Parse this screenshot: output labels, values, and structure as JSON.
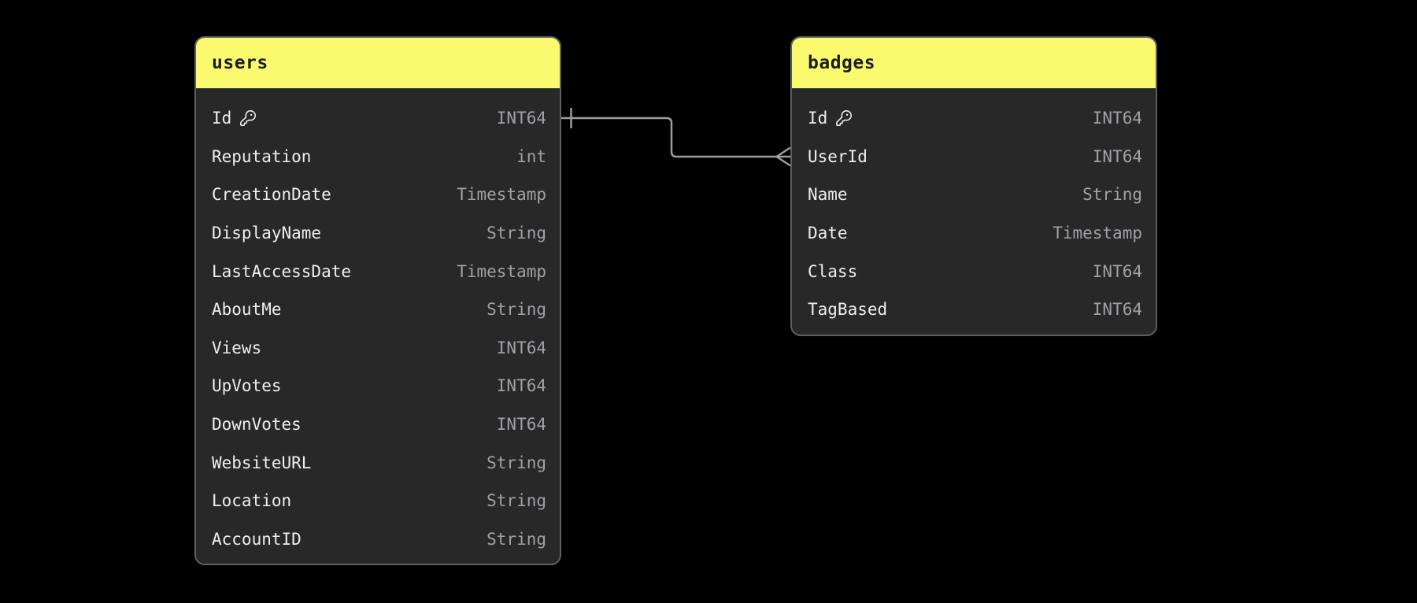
{
  "diagram": {
    "kind": "entity-relationship",
    "background_color": "#000000",
    "table_header_color": "#f9fa6e",
    "table_header_text_color": "#1d1d1d",
    "table_body_color": "#282828",
    "table_border_color": "#5e5e5e",
    "field_name_color": "#eeeeee",
    "field_type_color": "#a0a1a7",
    "connector_color": "#9d9d9d"
  },
  "tables": [
    {
      "name": "users",
      "fields": [
        {
          "name": "Id",
          "type": "INT64",
          "primary_key": true
        },
        {
          "name": "Reputation",
          "type": "int",
          "primary_key": false
        },
        {
          "name": "CreationDate",
          "type": "Timestamp",
          "primary_key": false
        },
        {
          "name": "DisplayName",
          "type": "String",
          "primary_key": false
        },
        {
          "name": "LastAccessDate",
          "type": "Timestamp",
          "primary_key": false
        },
        {
          "name": "AboutMe",
          "type": "String",
          "primary_key": false
        },
        {
          "name": "Views",
          "type": "INT64",
          "primary_key": false
        },
        {
          "name": "UpVotes",
          "type": "INT64",
          "primary_key": false
        },
        {
          "name": "DownVotes",
          "type": "INT64",
          "primary_key": false
        },
        {
          "name": "WebsiteURL",
          "type": "String",
          "primary_key": false
        },
        {
          "name": "Location",
          "type": "String",
          "primary_key": false
        },
        {
          "name": "AccountID",
          "type": "String",
          "primary_key": false
        }
      ]
    },
    {
      "name": "badges",
      "fields": [
        {
          "name": "Id",
          "type": "INT64",
          "primary_key": true
        },
        {
          "name": "UserId",
          "type": "INT64",
          "primary_key": false
        },
        {
          "name": "Name",
          "type": "String",
          "primary_key": false
        },
        {
          "name": "Date",
          "type": "Timestamp",
          "primary_key": false
        },
        {
          "name": "Class",
          "type": "INT64",
          "primary_key": false
        },
        {
          "name": "TagBased",
          "type": "INT64",
          "primary_key": false
        }
      ]
    }
  ],
  "relationship": {
    "from_table": "users",
    "from_field": "Id",
    "to_table": "badges",
    "to_field": "UserId",
    "from_cardinality": "one",
    "to_cardinality": "many"
  }
}
